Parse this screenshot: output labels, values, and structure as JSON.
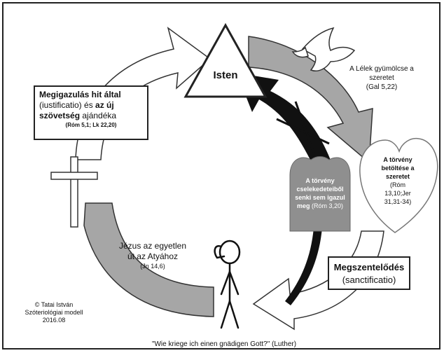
{
  "isten": "Isten",
  "lelek": {
    "line1": "A Lélek gyümölcse a",
    "line2": "szeretet",
    "ref": "(Gal 5,22)"
  },
  "megigazulas": {
    "line1_bold": "Megigazulás hit által",
    "line2": "(iustificatio)",
    "line2_mid": " és ",
    "line2_bold": "az új",
    "line3_bold": "szövetség",
    "line3_rest": " ajándéka",
    "ref": "(Róm 5,1; Lk 22,20)"
  },
  "tablet": {
    "line1": "A törvény",
    "line2": "cselekedeteiből",
    "line3": "senki sem igazul",
    "line4": "meg",
    "ref": "(Róm 3,20)"
  },
  "heart": {
    "line1": "A törvény",
    "line2": "betöltése a",
    "line3": "szeretet",
    "ref1": "(Róm",
    "ref2": "13,10;Jer",
    "ref3": "31,31-34)"
  },
  "jezus": {
    "line1": "Jézus az egyetlen",
    "line2": "út az Atyához",
    "ref": "(Jn 14,6)"
  },
  "megszent": {
    "line1": "Megszentelődés",
    "line2": "(sanctificatio)"
  },
  "credit": {
    "line1": "© Tatai István",
    "line2": "Szóteriológiai modell",
    "line3": "2016.08"
  },
  "quote": "\"Wie kriege ich einen gnädigen Gott?\" (Luther)",
  "colors": {
    "grey_arrow": "#a6a6a6",
    "tablet": "#8f8f8f",
    "black_arrow": "#111111",
    "outline": "#222222"
  }
}
